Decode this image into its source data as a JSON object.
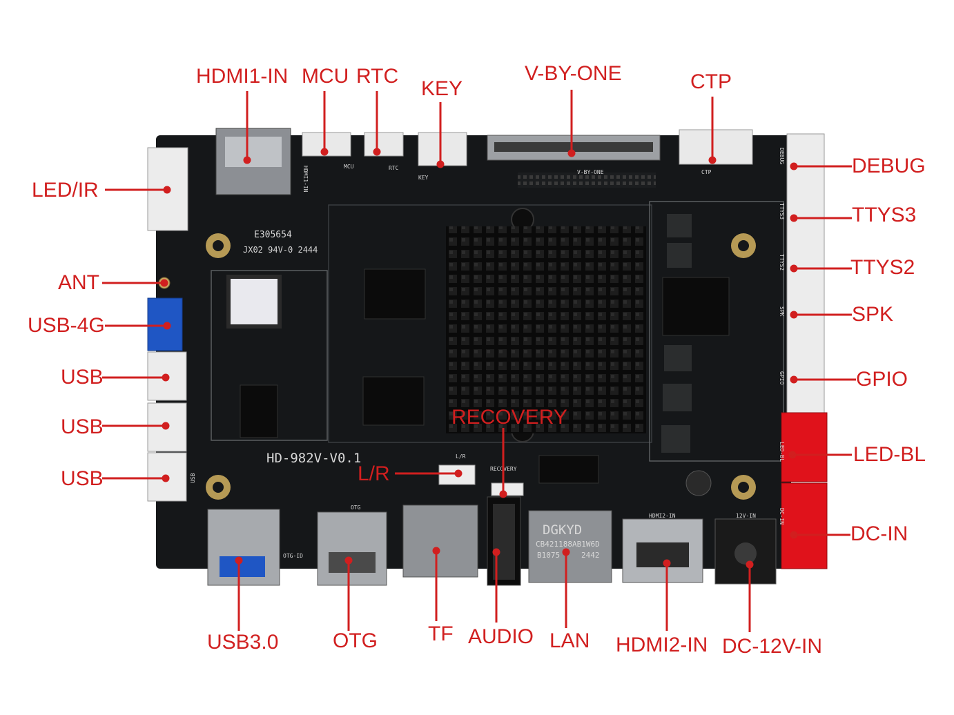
{
  "colors": {
    "board": "#151719",
    "accent": "#d11f1f",
    "connector_white": "#ececec",
    "connector_red": "#e0121b",
    "connector_blue": "#1f56c4",
    "silkscreen": "#d8d8d8"
  },
  "board": {
    "model_silkscreen": "HD-982V-V0.1",
    "cert_code": "E305654",
    "cert_grade": "JX02 94V-0 2444",
    "lan_brand": "DGKYD",
    "lan_part": "CB421188AB1W6D",
    "lan_lot": "B1075",
    "lan_date": "2442",
    "silk_labels": {
      "hdmi1": "HDMI1-IN",
      "mcu": "MCU",
      "rtc": "RTC",
      "key": "KEY",
      "vbyone": "V-BY-ONE",
      "ctp": "CTP",
      "lr": "L/R",
      "recovery": "RECOVERY",
      "otg_id": "OTG-ID",
      "otg": "OTG",
      "hdmi2": "HDMI2-IN",
      "dc12v": "12V-IN",
      "debug": "DEBUG",
      "ttys3": "TTYS3",
      "ttys2": "TTYS2",
      "spk": "SPK",
      "gpio": "GPIO",
      "ledbl": "LED-BL",
      "dcin": "DC-IN",
      "usb": "USB"
    }
  },
  "callouts": {
    "hdmi1_in": "HDMI1-IN",
    "mcu": "MCU",
    "rtc": "RTC",
    "key": "KEY",
    "v_by_one": "V-BY-ONE",
    "ctp": "CTP",
    "led_ir": "LED/IR",
    "ant": "ANT",
    "usb_4g": "USB-4G",
    "usb_1": "USB",
    "usb_2": "USB",
    "usb_3": "USB",
    "debug": "DEBUG",
    "ttys3": "TTYS3",
    "ttys2": "TTYS2",
    "spk": "SPK",
    "gpio": "GPIO",
    "led_bl": "LED-BL",
    "dc_in": "DC-IN",
    "recovery": "RECOVERY",
    "l_r": "L/R",
    "usb3": "USB3.0",
    "otg": "OTG",
    "tf": "TF",
    "audio": "AUDIO",
    "lan": "LAN",
    "hdmi2_in": "HDMI2-IN",
    "dc_12v_in": "DC-12V-IN"
  }
}
